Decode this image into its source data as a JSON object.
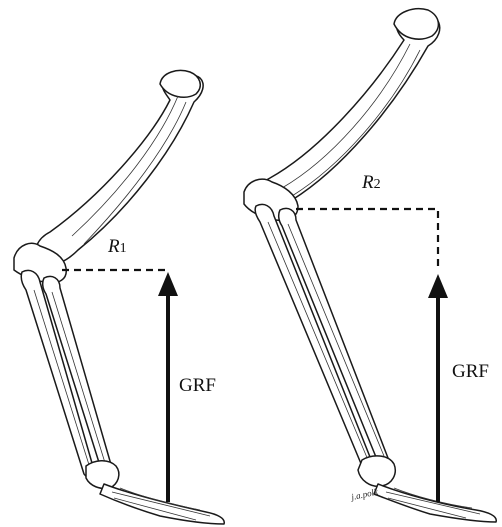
{
  "figure": {
    "left_limb": {
      "moment_arm_label": "R",
      "moment_arm_subscript": "1",
      "force_label": "GRF"
    },
    "right_limb": {
      "moment_arm_label": "R",
      "moment_arm_subscript": "2",
      "force_label": "GRF"
    },
    "signature": "j.a.polk"
  }
}
